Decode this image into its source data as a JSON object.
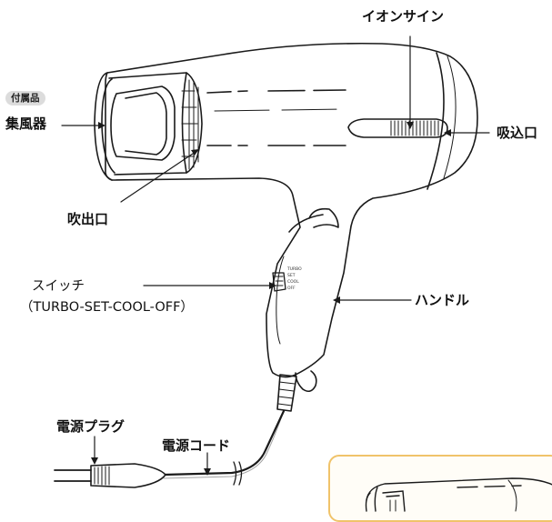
{
  "labels": {
    "ion_sign": "イオンサイン",
    "accessory_badge": "付属品",
    "concentrator": "集風器",
    "intake": "吸込口",
    "outlet": "吹出口",
    "switch": "スイッチ",
    "switch_modes": "（TURBO-SET-COOL-OFF）",
    "handle": "ハンドル",
    "plug": "電源プラグ",
    "cord": "電源コード"
  },
  "switch_markings": [
    "TURBO",
    "SET",
    "COOL",
    "OFF"
  ],
  "colors": {
    "badge_bg": "#dcdcdc",
    "inset_border": "#f0c36a",
    "line": "#1a1a1a"
  }
}
